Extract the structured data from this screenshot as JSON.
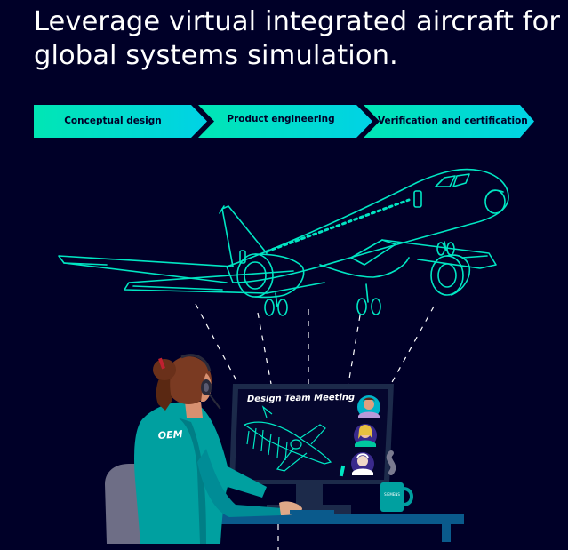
{
  "headline": {
    "line1": "Leverage virtual integrated aircraft for",
    "line2": "global systems simulation."
  },
  "steps": [
    {
      "label": "Conceptual design"
    },
    {
      "label": "Product engineering"
    },
    {
      "label": "Verification and certification"
    }
  ],
  "colors": {
    "background": "#000028",
    "accent_teal": "#00e6c3",
    "accent_cyan": "#00c8dc",
    "jacket": "#00a0a0",
    "desk": "#0a5a8c"
  },
  "scene": {
    "monitor_title": "Design Team Meeting",
    "jacket_text": "OEM",
    "mug_text": "SIEMENS"
  }
}
